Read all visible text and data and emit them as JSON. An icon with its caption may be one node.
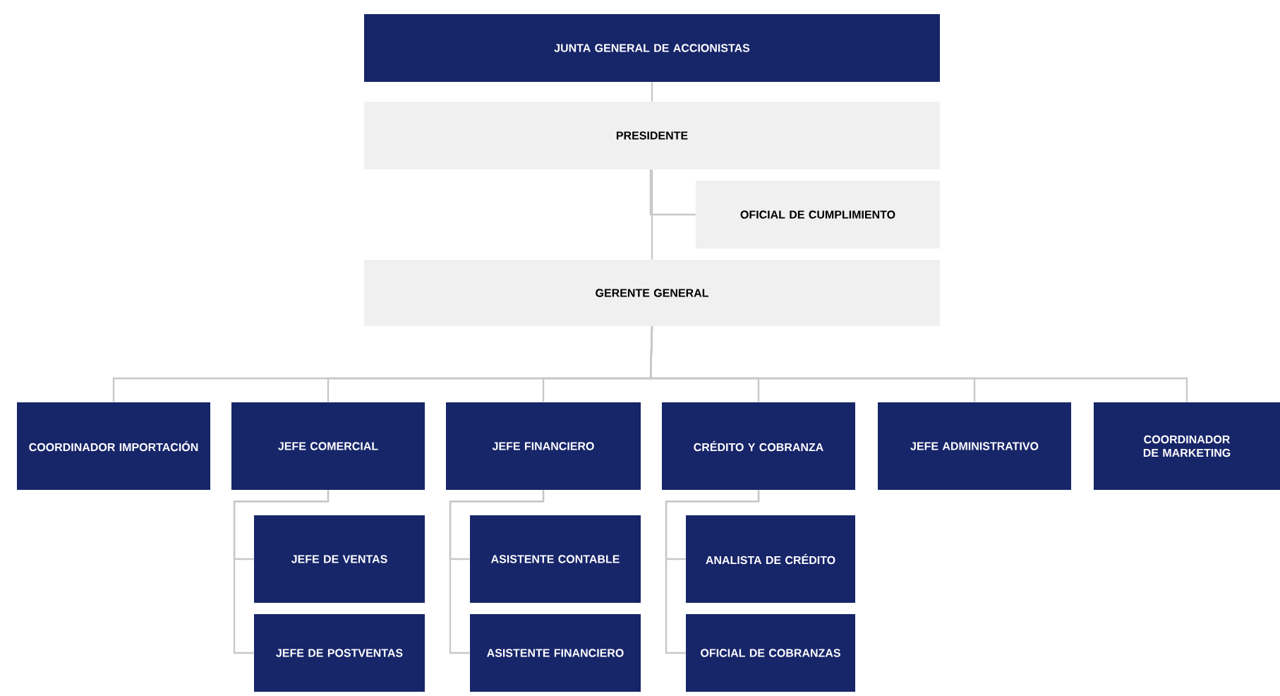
{
  "diagram": {
    "nodes": [
      {
        "text": [
          "JUNTA GENERAL DE ACCIONISTAS"
        ]
      },
      {
        "text": [
          "PRESIDENTE"
        ]
      },
      {
        "text": [
          "OFICIAL DE CUMPLIMIENTO"
        ]
      },
      {
        "text": [
          "GERENTE GENERAL"
        ]
      },
      {
        "text": [
          "COORDINADOR IMPORTACIÓN"
        ]
      },
      {
        "text": [
          "JEFE COMERCIAL"
        ]
      },
      {
        "text": [
          "JEFE FINANCIERO"
        ]
      },
      {
        "text": [
          "CRÉDITO Y COBRANZA"
        ]
      },
      {
        "text": [
          "JEFE ADMINISTRATIVO"
        ]
      },
      {
        "text": [
          "COORDINADOR DE MARKETING"
        ]
      },
      {
        "text": [
          "JEFE DE VENTAS"
        ]
      },
      {
        "text": [
          "JEFE DE POSTVENTAS"
        ]
      },
      {
        "text": [
          "ASISTENTE CONTABLE"
        ]
      },
      {
        "text": [
          "ASISTENTE FINANCIERO"
        ]
      },
      {
        "text": [
          "ANALISTA DE CRÉDITO"
        ]
      },
      {
        "text": [
          "OFICIAL DE COBRANZAS"
        ]
      }
    ],
    "edges": [
      {
        "from": 0,
        "to": 1,
        "arrow": "none"
      },
      {
        "from": 1,
        "to": 2,
        "arrow": "none"
      },
      {
        "from": 1,
        "to": 3,
        "arrow": "none"
      },
      {
        "from": 3,
        "to": 4,
        "arrow": "none"
      },
      {
        "from": 3,
        "to": 5,
        "arrow": "none"
      },
      {
        "from": 3,
        "to": 6,
        "arrow": "none"
      },
      {
        "from": 3,
        "to": 7,
        "arrow": "none"
      },
      {
        "from": 3,
        "to": 8,
        "arrow": "none"
      },
      {
        "from": 3,
        "to": 9,
        "arrow": "none"
      },
      {
        "from": 5,
        "to": 10,
        "arrow": "none"
      },
      {
        "from": 5,
        "to": 11,
        "arrow": "none"
      },
      {
        "from": 6,
        "to": 12,
        "arrow": "none"
      },
      {
        "from": 6,
        "to": 13,
        "arrow": "none"
      },
      {
        "from": 7,
        "to": 14,
        "arrow": "none"
      },
      {
        "from": 7,
        "to": 15,
        "arrow": "none"
      }
    ]
  }
}
